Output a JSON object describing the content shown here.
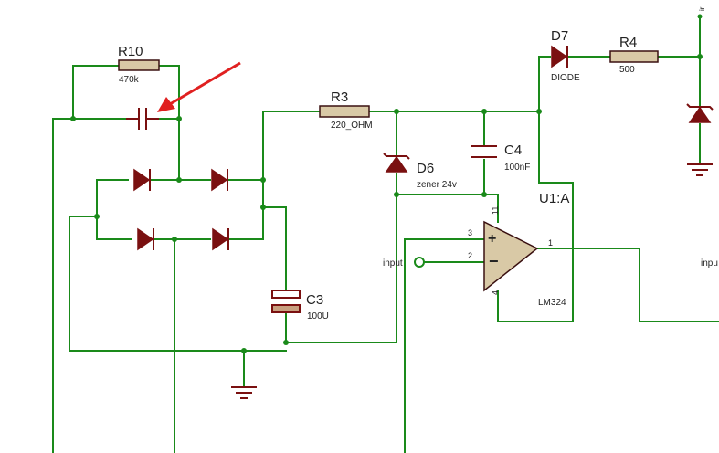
{
  "components": {
    "r10": {
      "ref": "R10",
      "value": "470k"
    },
    "r3": {
      "ref": "R3",
      "value": "220_OHM"
    },
    "r4": {
      "ref": "R4",
      "value": "500"
    },
    "d6": {
      "ref": "D6",
      "value": "zener 24v"
    },
    "d7": {
      "ref": "D7",
      "value": "DIODE"
    },
    "c3": {
      "ref": "C3",
      "value": "100U"
    },
    "c4": {
      "ref": "C4",
      "value": "100nF"
    },
    "u1": {
      "ref": "U1:A",
      "value": "LM324"
    }
  },
  "opamp_pins": {
    "p3": "3",
    "p2": "2",
    "p1": "1",
    "p11": "11",
    "p4": "4"
  },
  "terminals": {
    "left_input": "input",
    "right_input": "inpu",
    "top_right": "ir"
  },
  "colors": {
    "wire": "#1a8a1a",
    "component": "#7a1010",
    "annotation_arrow": "#e02020"
  }
}
